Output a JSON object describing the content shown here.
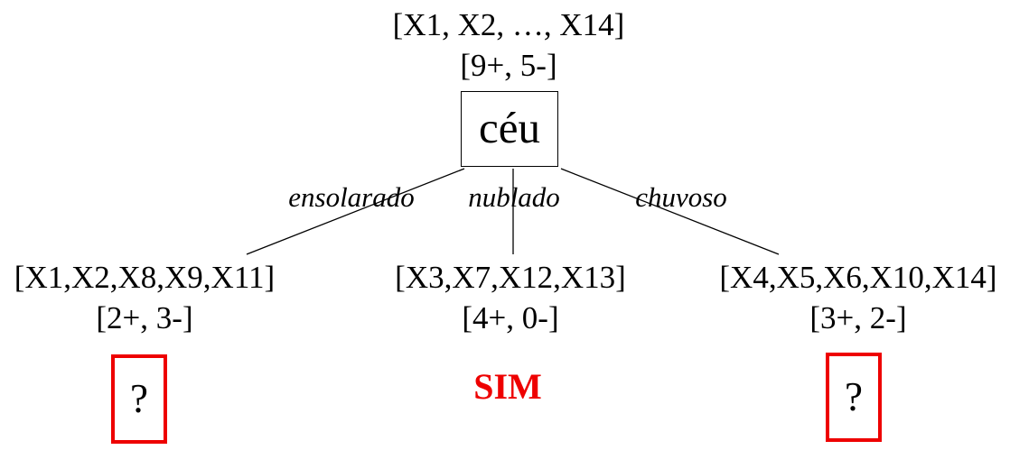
{
  "root": {
    "set": "[X1, X2, …, X14]",
    "counts": "[9+, 5-]",
    "attribute": "céu"
  },
  "branches": [
    {
      "edge_label": "ensolarado",
      "set": "[X1,X2,X8,X9,X11]",
      "counts": "[2+, 3-]",
      "outcome": "?"
    },
    {
      "edge_label": "nublado",
      "set": "[X3,X7,X12,X13]",
      "counts": "[4+, 0-]",
      "outcome": "SIM"
    },
    {
      "edge_label": "chuvoso",
      "set": "[X4,X5,X6,X10,X14]",
      "counts": "[3+, 2-]",
      "outcome": "?"
    }
  ],
  "colors": {
    "ink": "#000000",
    "highlight": "#ee0000"
  }
}
